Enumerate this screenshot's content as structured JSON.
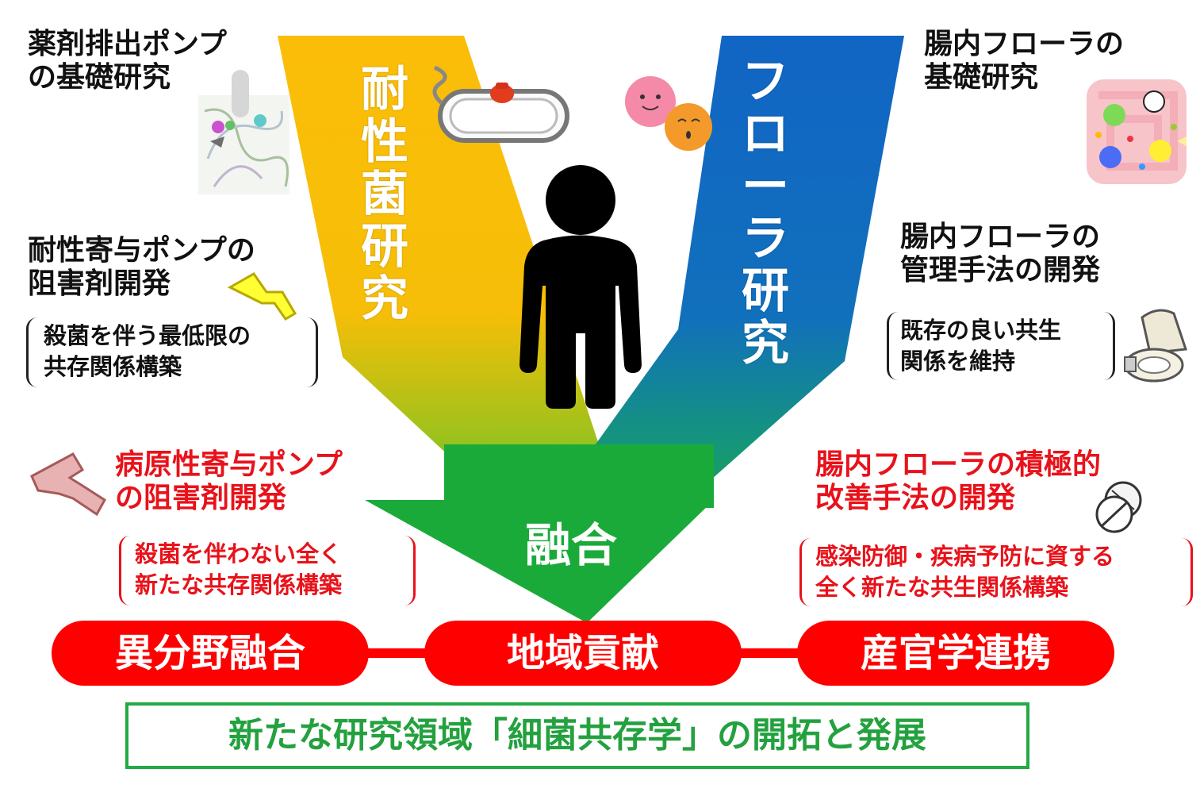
{
  "left_branch_label": "耐性菌研究",
  "right_branch_label": "フローラ研究",
  "fusion_label": "融合",
  "left_top_text": [
    "薬剤排出ポンプ",
    "の基礎研究"
  ],
  "left_mid_text": [
    "耐性寄与ポンプの",
    "阻害剤開発"
  ],
  "left_mid_note": [
    "殺菌を伴う最低限の",
    "共存関係構築"
  ],
  "left_low_text": [
    "病原性寄与ポンプ",
    "の阻害剤開発"
  ],
  "left_low_note": [
    "殺菌を伴わない全く",
    "新たな共存関係構築"
  ],
  "right_top_text": [
    "腸内フローラの",
    "基礎研究"
  ],
  "right_mid_text": [
    "腸内フローラの",
    "管理手法の開発"
  ],
  "right_mid_note": [
    "既存の良い共生",
    "関係を維持"
  ],
  "right_low_text": [
    "腸内フローラの積極的",
    "改善手法の開発"
  ],
  "right_low_note": [
    "感染防御・疾病予防に資する",
    "全く新たな共生関係構築"
  ],
  "pills": [
    "異分野融合",
    "地域貢献",
    "産官学連携"
  ],
  "bottom_banner": "新たな研究領域「細菌共存学」の開拓と発展",
  "colors": {
    "yellow_branch": "#fbbd08",
    "blue_branch": "#1165c4",
    "green_arrow": "#1aaa3a",
    "red_accent": "#ff0000",
    "banner_green": "#24a13f"
  },
  "icons": [
    "pump-protein-structure-image",
    "bacterium-pump-icon",
    "smiling-bacteria-icon",
    "person-silhouette-icon",
    "intestine-flora-icon",
    "inhibitor-y-icon",
    "antibody-y-icon",
    "toilet-icon",
    "pill-tablets-icon"
  ]
}
